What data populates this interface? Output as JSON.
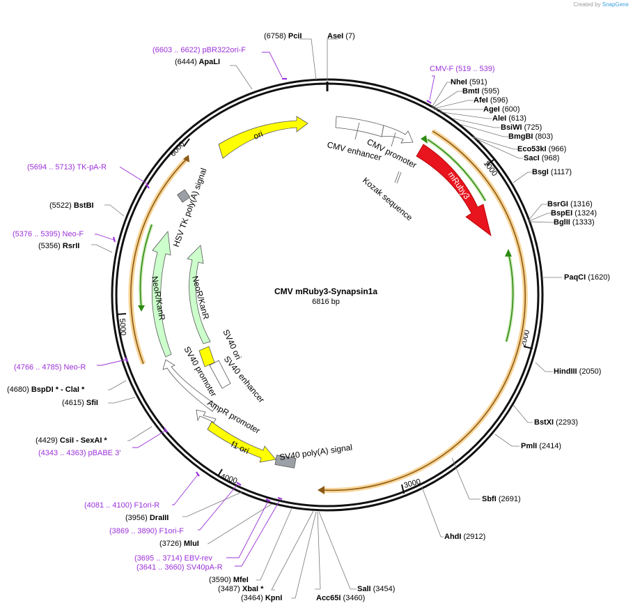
{
  "credit": {
    "prefix": "Created by",
    "brand": "SnapGene"
  },
  "plasmid": {
    "name": "CMV mRuby3-Synapsin1a",
    "length": "6816 bp"
  },
  "ticks": [
    "1000",
    "2000",
    "3000",
    "4000",
    "5000",
    "6000"
  ],
  "enzymes": [
    {
      "parts": [
        [
          "(6758)",
          "n"
        ],
        [
          "PciI",
          "b"
        ]
      ]
    },
    {
      "parts": [
        [
          "AseI",
          "b"
        ],
        [
          "(7)",
          "n"
        ]
      ]
    },
    {
      "parts": [
        [
          "(6444)",
          "n"
        ],
        [
          "ApaLI",
          "b"
        ]
      ]
    },
    {
      "parts": [
        [
          "NheI",
          "b"
        ],
        [
          "(591)",
          "n"
        ]
      ]
    },
    {
      "parts": [
        [
          "BmtI",
          "b"
        ],
        [
          "(595)",
          "n"
        ]
      ]
    },
    {
      "parts": [
        [
          "AfeI",
          "b"
        ],
        [
          "(596)",
          "n"
        ]
      ]
    },
    {
      "parts": [
        [
          "AgeI",
          "b"
        ],
        [
          "(600)",
          "n"
        ]
      ]
    },
    {
      "parts": [
        [
          "AleI",
          "b"
        ],
        [
          "(613)",
          "n"
        ]
      ]
    },
    {
      "parts": [
        [
          "BsiWI",
          "b"
        ],
        [
          "(725)",
          "n"
        ]
      ]
    },
    {
      "parts": [
        [
          "BmgBI",
          "b"
        ],
        [
          "(803)",
          "n"
        ]
      ]
    },
    {
      "parts": [
        [
          "Eco53kI",
          "b"
        ],
        [
          "(966)",
          "n"
        ]
      ]
    },
    {
      "parts": [
        [
          "SacI",
          "b"
        ],
        [
          "(968)",
          "n"
        ]
      ]
    },
    {
      "parts": [
        [
          "BsgI",
          "b"
        ],
        [
          "(1117)",
          "n"
        ]
      ]
    },
    {
      "parts": [
        [
          "BsrGI",
          "b"
        ],
        [
          "(1316)",
          "n"
        ]
      ]
    },
    {
      "parts": [
        [
          "BspEI",
          "b"
        ],
        [
          "(1324)",
          "n"
        ]
      ]
    },
    {
      "parts": [
        [
          "BglII",
          "b"
        ],
        [
          "(1333)",
          "n"
        ]
      ]
    },
    {
      "parts": [
        [
          "PaqCI",
          "b"
        ],
        [
          "(1620)",
          "n"
        ]
      ]
    },
    {
      "parts": [
        [
          "HindIII",
          "b"
        ],
        [
          "(2050)",
          "n"
        ]
      ]
    },
    {
      "parts": [
        [
          "BstXI",
          "b"
        ],
        [
          "(2293)",
          "n"
        ]
      ]
    },
    {
      "parts": [
        [
          "PmlI",
          "b"
        ],
        [
          "(2414)",
          "n"
        ]
      ]
    },
    {
      "parts": [
        [
          "SbfI",
          "b"
        ],
        [
          "(2691)",
          "n"
        ]
      ]
    },
    {
      "parts": [
        [
          "AhdI",
          "b"
        ],
        [
          "(2912)",
          "n"
        ]
      ]
    },
    {
      "parts": [
        [
          "SalI",
          "b"
        ],
        [
          "(3454)",
          "n"
        ]
      ]
    },
    {
      "parts": [
        [
          "Acc65I",
          "b"
        ],
        [
          "(3460)",
          "n"
        ]
      ]
    },
    {
      "parts": [
        [
          "(3464)",
          "n"
        ],
        [
          "KpnI",
          "b"
        ]
      ]
    },
    {
      "parts": [
        [
          "(3487)",
          "n"
        ],
        [
          "XbaI *",
          "b"
        ]
      ]
    },
    {
      "parts": [
        [
          "(3590)",
          "n"
        ],
        [
          "MfeI",
          "b"
        ]
      ]
    },
    {
      "parts": [
        [
          "(3726)",
          "n"
        ],
        [
          "MluI",
          "b"
        ]
      ]
    },
    {
      "parts": [
        [
          "(3956)",
          "n"
        ],
        [
          "DraIII",
          "b"
        ]
      ]
    },
    {
      "parts": [
        [
          "(4429)",
          "n"
        ],
        [
          "CsiI",
          "b"
        ],
        [
          "- SexAI *",
          "b"
        ]
      ]
    },
    {
      "parts": [
        [
          "(4615)",
          "n"
        ],
        [
          "SfiI",
          "b"
        ]
      ]
    },
    {
      "parts": [
        [
          "(4680)",
          "n"
        ],
        [
          "BspDI *",
          "b"
        ],
        [
          "- ClaI *",
          "b"
        ]
      ]
    },
    {
      "parts": [
        [
          "(5356)",
          "n"
        ],
        [
          "RsrII",
          "b"
        ]
      ]
    },
    {
      "parts": [
        [
          "(5522)",
          "n"
        ],
        [
          "BstBI",
          "b"
        ]
      ]
    }
  ],
  "primers": [
    "(6603 .. 6622)  pBR322ori-F",
    "CMV-F     (519 .. 539)",
    "(5694 .. 5713)  TK-pA-R",
    "(5376 .. 5395)  Neo-F",
    "(4766 .. 4785)  Neo-R",
    "(4343 .. 4363)  pBABE 3'",
    "(4081 .. 4100)  F1ori-R",
    "(3869 .. 3890)  F1ori-F",
    "(3695 .. 3714)  EBV-rev",
    "(3641 .. 3660)  SV40pA-R"
  ],
  "features": {
    "ori": "ori",
    "cmv_enhancer": "CMV enhancer",
    "cmv_promoter": "CMV promoter",
    "kozak": "Kozak sequence",
    "mruby3": "mRuby3",
    "hsv_tk": "HSV TK poly(A) signal",
    "neo_outer": "NeoR/KanR",
    "neo_inner": "NeoR/KanR",
    "sv40_ori": "SV40 ori",
    "sv40_enhancer": "SV40 enhancer",
    "sv40_promoter": "SV40 promoter",
    "ampr_promoter": "AmpR promoter",
    "f1_ori": "f1 ori",
    "sv40_polya": "SV40 poly(A) signal"
  },
  "colors": {
    "backbone": "#111111",
    "primer": "#9b30d9",
    "mruby3": "#e8141e",
    "ori": "#ffff00",
    "neo": "#ccffcc",
    "polya": "#9aa0a6",
    "orf_outline": "#f2b45c",
    "orf_line": "#8a5a14",
    "orf_arrow": "#2e8b12"
  }
}
